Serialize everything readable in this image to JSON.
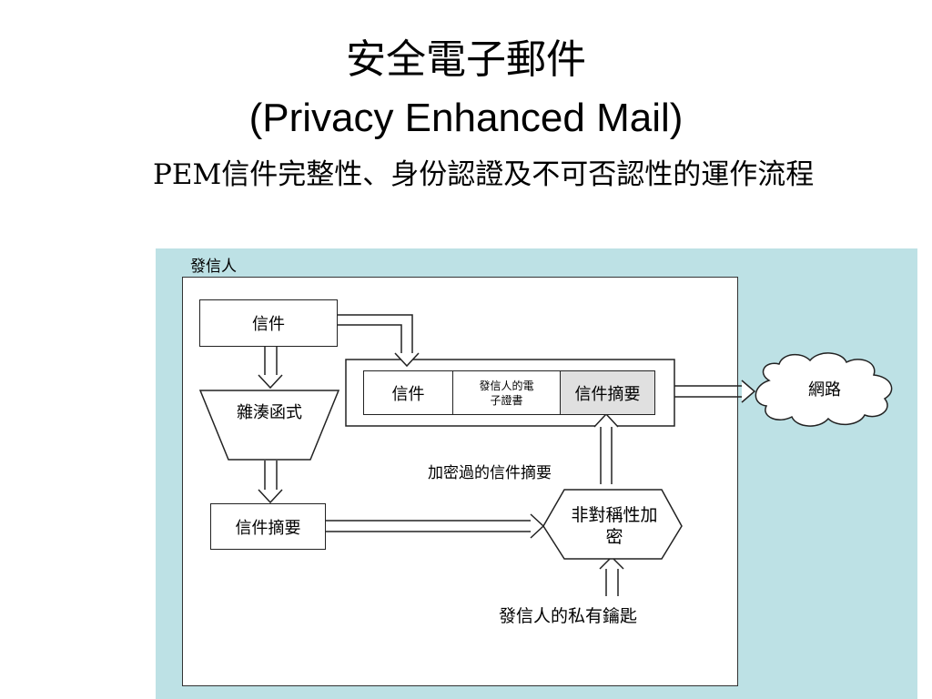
{
  "slide": {
    "title_zh": "安全電子郵件",
    "title_en": "(Privacy Enhanced Mail)",
    "subtitle": "PEM信件完整性、身份認證及不可否認性的運作流程"
  },
  "diagram": {
    "sender_label": "發信人",
    "mail_box": "信件",
    "hash_function": "雜湊函式",
    "digest_box": "信件摘要",
    "package": {
      "mail": "信件",
      "certificate": "發信人的電子證書",
      "digest": "信件摘要"
    },
    "network": "網路",
    "encrypted_digest_label": "加密過的信件摘要",
    "asym_encrypt": "非對稱性加密",
    "private_key_label": "發信人的私有鑰匙"
  },
  "colors": {
    "panel_bg": "#bde1e5",
    "digest_cell_bg": "#e0e0e0"
  }
}
